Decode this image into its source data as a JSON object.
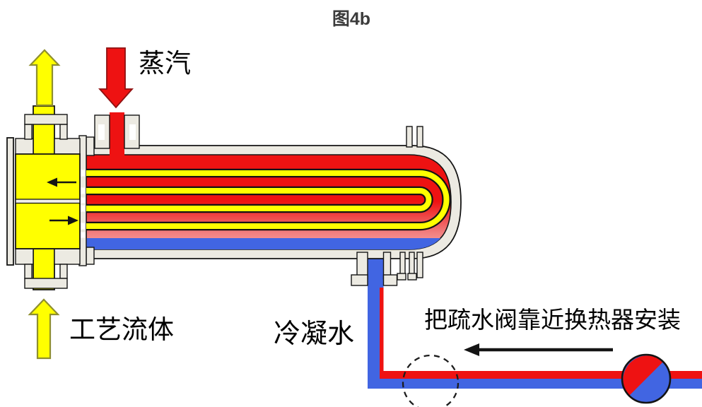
{
  "figure": {
    "title": "图4b"
  },
  "labels": {
    "steam": "蒸汽",
    "process_fluid": "工艺流体",
    "condensate": "冷凝水",
    "trap_note": "把疏水阀靠近换热器安装"
  },
  "colors": {
    "steam_red": "#ee1212",
    "process_yellow": "#ffff00",
    "condensate_blue": "#4165e2",
    "steam_pink_mid": "#f07c7c",
    "condensate_pink_low": "#f9a8a8",
    "casing_gray": "#eceae2",
    "outline_ink": "#141414",
    "label_text": "#000000",
    "title_color": "#3c3c3c",
    "arrow_outline_olive": "#8f8f2e"
  }
}
